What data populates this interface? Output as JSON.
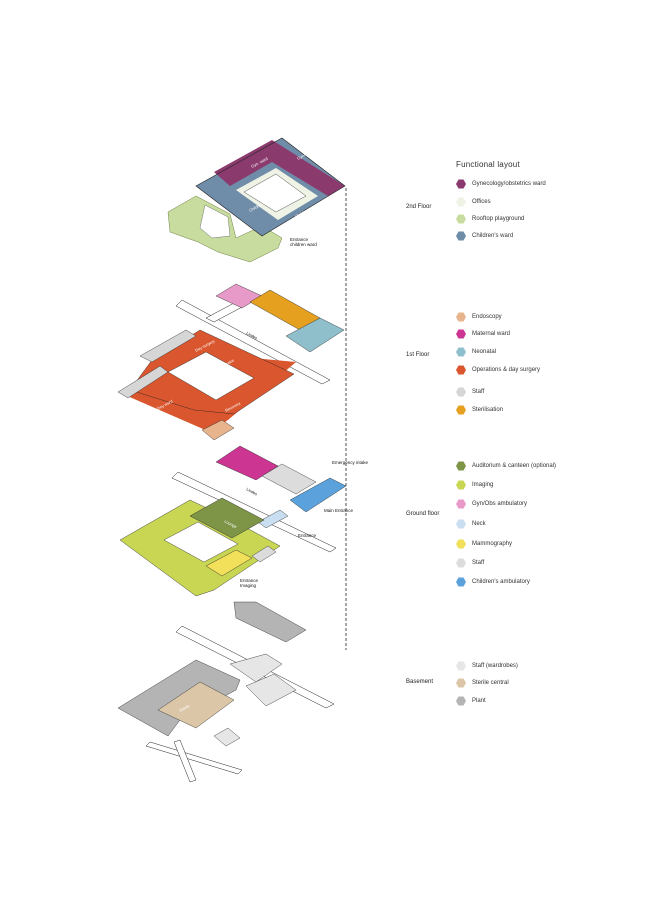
{
  "legend": {
    "title": "Functional layout",
    "floor2": [
      {
        "label": "Gynecology/obstetrics ward",
        "color": "#8b3a6e"
      },
      {
        "label": "Offices",
        "color": "#eef3e6"
      },
      {
        "label": "Rooftop playground",
        "color": "#c8dca0"
      },
      {
        "label": "Children's ward",
        "color": "#6f8ca8"
      }
    ],
    "floor1": [
      {
        "label": "Endoscopy",
        "color": "#e8b48e"
      },
      {
        "label": "Maternal ward",
        "color": "#cc3592"
      },
      {
        "label": "Neonatal",
        "color": "#8fbfcb"
      },
      {
        "label": "Operations & day surgery",
        "color": "#d9562e"
      },
      {
        "label": "Staff",
        "color": "#d6d6d6"
      },
      {
        "label": "Sterilisation",
        "color": "#e5a020"
      }
    ],
    "ground": [
      {
        "label": "Auditorium & canteen (optional)",
        "color": "#7e9447"
      },
      {
        "label": "Imaging",
        "color": "#c8d654"
      },
      {
        "label": "Gyn/Obs ambulatory",
        "color": "#e79ac8"
      },
      {
        "label": "Neck",
        "color": "#c9def0"
      },
      {
        "label": "Mammography",
        "color": "#f2df5a"
      },
      {
        "label": "Staff",
        "color": "#dcdcdc"
      },
      {
        "label": "Children's ambulatory",
        "color": "#5ba2dc"
      }
    ],
    "basement": [
      {
        "label": "Staff (wardrobes)",
        "color": "#e6e6e6"
      },
      {
        "label": "Sterile central",
        "color": "#dcc6a8"
      },
      {
        "label": "Plant",
        "color": "#b4b4b4"
      }
    ]
  },
  "floors": {
    "second": "2nd Floor",
    "first": "1st Floor",
    "ground": "Ground floor",
    "basement": "Basement"
  },
  "callouts": {
    "entrance_children_ward": "Entrance\nchildren ward",
    "emergency_intake": "Emergency intake",
    "main_entrance": "Main Entrance",
    "entrance": "Entrance",
    "entrance_imaging": "Entrance\nImaging"
  },
  "street_labels": [
    "Lindes",
    "Lindes"
  ],
  "colors": {
    "road": "#ffffff",
    "outline": "#222222",
    "dashed": "#222222"
  }
}
